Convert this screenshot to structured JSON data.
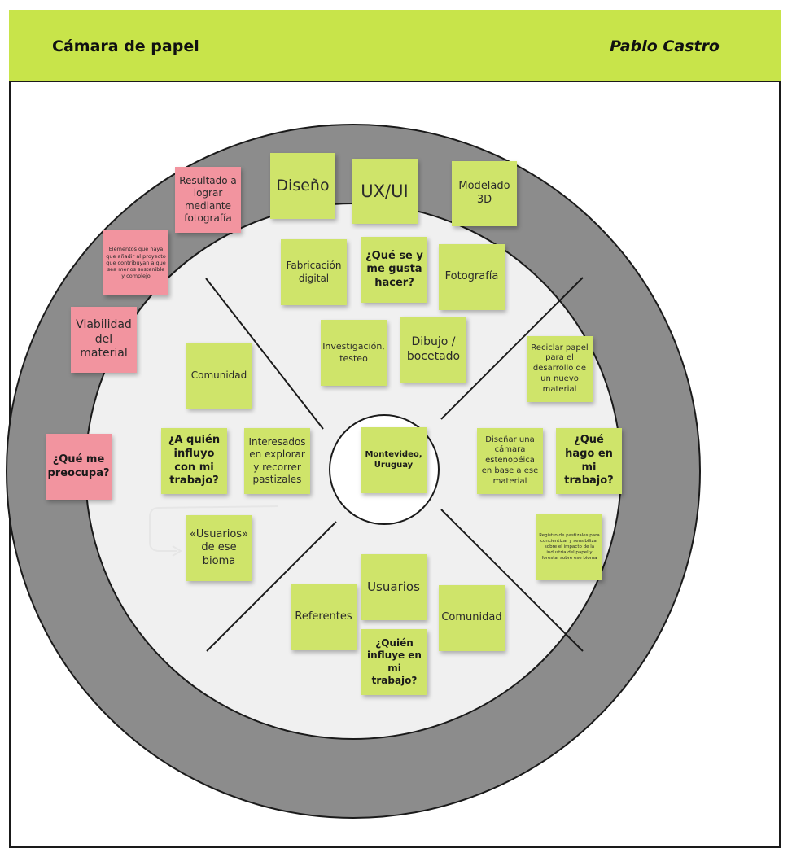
{
  "header": {
    "title": "Cámara de papel",
    "author": "Pablo Castro"
  },
  "center": {
    "label": "Montevideo, Uruguay"
  },
  "colors": {
    "header": "#c8e44a",
    "ring": "#8c8c8c",
    "inner": "#f0f0f0",
    "green_note": "#cfe46a",
    "pink_note": "#f2949f"
  },
  "notes": {
    "diseno": "Diseño",
    "uxui": "UX/UI",
    "modelado": "Modelado 3D",
    "resultado": "Resultado a lograr mediante fotografía",
    "elementos": "Elementos que haya que añadir al proyecto que contribuyan a que sea menos sostenible y complejo",
    "viabilidad": "Viabilidad del material",
    "preocupa": "¿Qué me preocupa?",
    "fabricacion": "Fabricación digital",
    "que_gusta": "¿Qué se y me gusta hacer?",
    "fotografia": "Fotografía",
    "investigacion": "Investigación, testeo",
    "dibujo": "Dibujo / bocetado",
    "comunidad_left": "Comunidad",
    "a_quien": "¿A quién influyo con mi trabajo?",
    "interesados": "Interesados en explorar y recorrer pastizales",
    "usuarios_bioma": "«Usuarios» de ese bioma",
    "reciclar": "Reciclar papel para el desarrollo de un nuevo material",
    "disenar_camara": "Diseñar una cámara estenopéica en base a ese material",
    "que_hago": "¿Qué hago en mi trabajo?",
    "registro": "Registro de pastizales para concientizar y sensibilizar sobre el impacto de la industria del papel y forestal sobre ese bioma",
    "usuarios": "Usuarios",
    "referentes": "Referentes",
    "comunidad_bottom": "Comunidad",
    "quien_influye": "¿Quién influye en mi trabajo?"
  }
}
